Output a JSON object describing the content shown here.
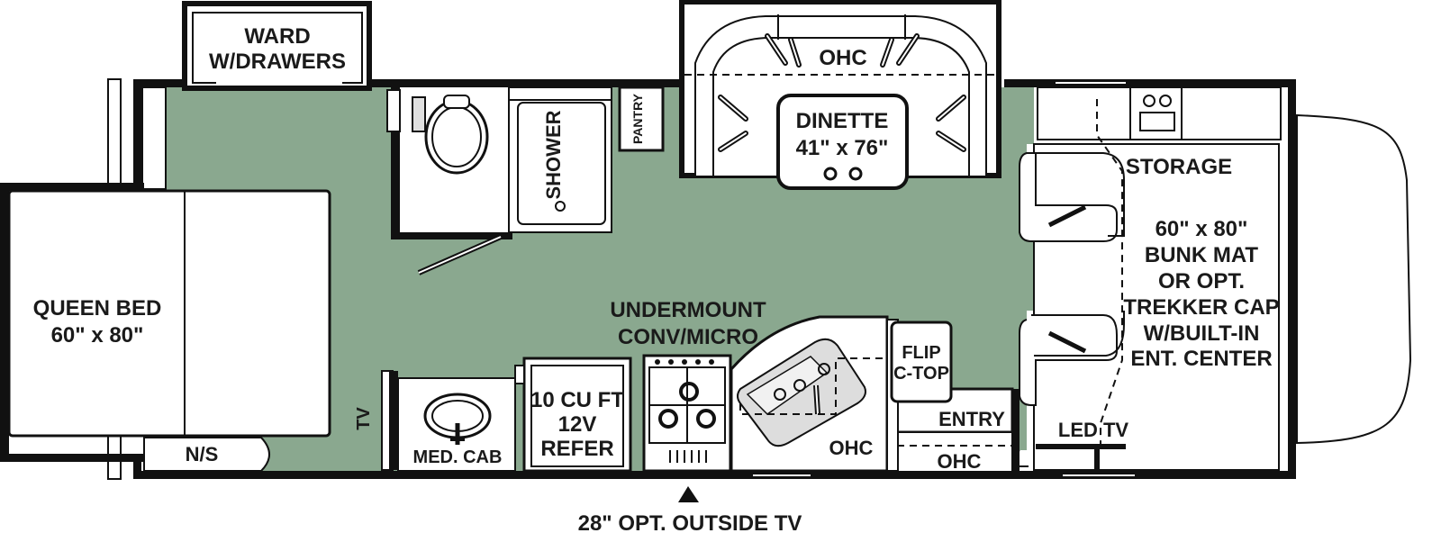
{
  "labels": {
    "ward": "WARD",
    "ward_sub": "W/DRAWERS",
    "pantry": "PANTRY",
    "shower": "SHOWER",
    "ohc_top": "OHC",
    "dinette": "DINETTE",
    "dinette_size": "41\" x 76\"",
    "storage": "STORAGE",
    "bunk_1": "60\" x 80\"",
    "bunk_2": "BUNK MAT",
    "bunk_3": "OR OPT.",
    "bunk_4": "TREKKER CAP",
    "bunk_5": "W/BUILT-IN",
    "bunk_6": "ENT. CENTER",
    "queen": "QUEEN BED",
    "queen_size": "60\" x 80\"",
    "undermount": "UNDERMOUNT",
    "conv_micro": "CONV/MICRO",
    "flip": "FLIP",
    "ctop": "C-TOP",
    "entry": "ENTRY",
    "ohc_entry": "OHC",
    "ohc_kitchen": "OHC",
    "led_tv": "LED TV",
    "tv": "TV",
    "ns": "N/S",
    "med_cab": "MED. CAB",
    "refer_1": "10 CU FT",
    "refer_2": "12V",
    "refer_3": "REFER",
    "outside_tv": "28\" OPT. OUTSIDE TV"
  },
  "colors": {
    "floor": "#8aa88f",
    "wall": "#111111"
  }
}
